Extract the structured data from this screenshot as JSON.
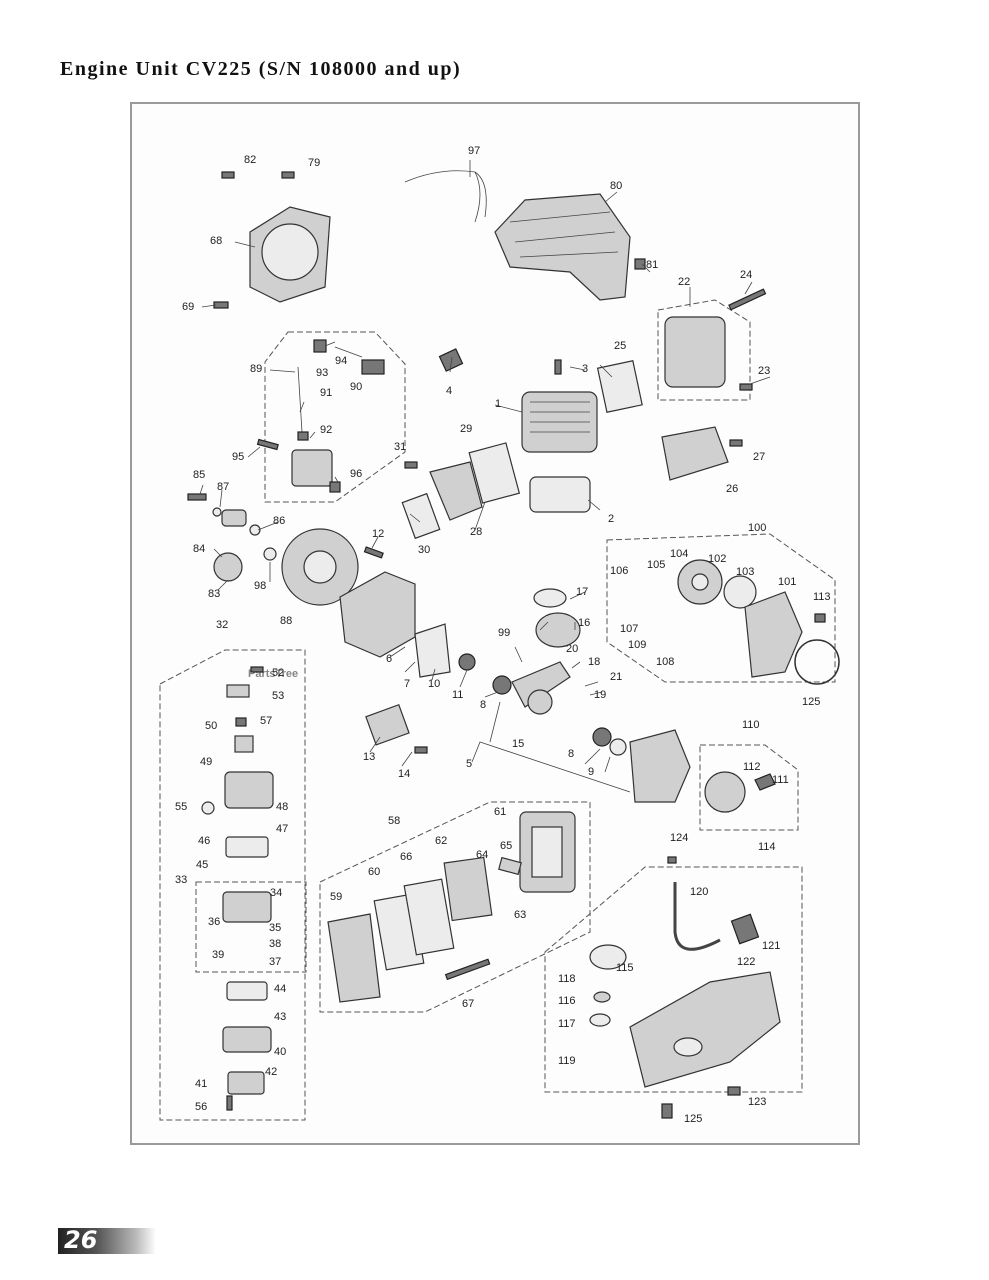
{
  "page": {
    "title": "Engine Unit CV225 (S/N 108000 and up)",
    "page_number": "26",
    "watermark": "PartsTree"
  },
  "labels": {
    "p1": "1",
    "p2": "2",
    "p3": "3",
    "p4": "4",
    "p5": "5",
    "p6": "6",
    "p7": "7",
    "p8a": "8",
    "p8b": "8",
    "p9": "9",
    "p10": "10",
    "p11": "11",
    "p12": "12",
    "p13": "13",
    "p14": "14",
    "p15": "15",
    "p16": "16",
    "p17": "17",
    "p18": "18",
    "p19": "19",
    "p20": "20",
    "p21": "21",
    "p22": "22",
    "p23": "23",
    "p24": "24",
    "p25": "25",
    "p26": "26",
    "p27": "27",
    "p28": "28",
    "p29": "29",
    "p30": "30",
    "p31": "31",
    "p32": "32",
    "p33": "33",
    "p34": "34",
    "p35": "35",
    "p36": "36",
    "p37": "37",
    "p38": "38",
    "p39": "39",
    "p40": "40",
    "p41": "41",
    "p42": "42",
    "p43": "43",
    "p44": "44",
    "p45": "45",
    "p46": "46",
    "p47": "47",
    "p48": "48",
    "p49": "49",
    "p50": "50",
    "p52": "52",
    "p53": "53",
    "p55": "55",
    "p56": "56",
    "p57": "57",
    "p58": "58",
    "p59": "59",
    "p60": "60",
    "p61": "61",
    "p62": "62",
    "p63": "63",
    "p64": "64",
    "p65": "65",
    "p66": "66",
    "p67": "67",
    "p68": "68",
    "p69": "69",
    "p79": "79",
    "p80": "80",
    "p81": "81",
    "p82": "82",
    "p83": "83",
    "p84": "84",
    "p85": "85",
    "p86": "86",
    "p87": "87",
    "p88": "88",
    "p89": "89",
    "p90": "90",
    "p91": "91",
    "p92": "92",
    "p93": "93",
    "p94": "94",
    "p95": "95",
    "p96": "96",
    "p97": "97",
    "p98": "98",
    "p99": "99",
    "p100": "100",
    "p101": "101",
    "p102": "102",
    "p103": "103",
    "p104": "104",
    "p105": "105",
    "p106": "106",
    "p107": "107",
    "p108": "108",
    "p109": "109",
    "p110": "110",
    "p111": "111",
    "p112": "112",
    "p113": "113",
    "p114": "114",
    "p115": "115",
    "p116": "116",
    "p117": "117",
    "p118": "118",
    "p119": "119",
    "p120": "120",
    "p121": "121",
    "p122": "122",
    "p123": "123",
    "p124": "124",
    "p125a": "125",
    "p125b": "125"
  },
  "colors": {
    "frame": "#9a9a9a",
    "part": "#d0d0d0",
    "ink": "#222222"
  }
}
